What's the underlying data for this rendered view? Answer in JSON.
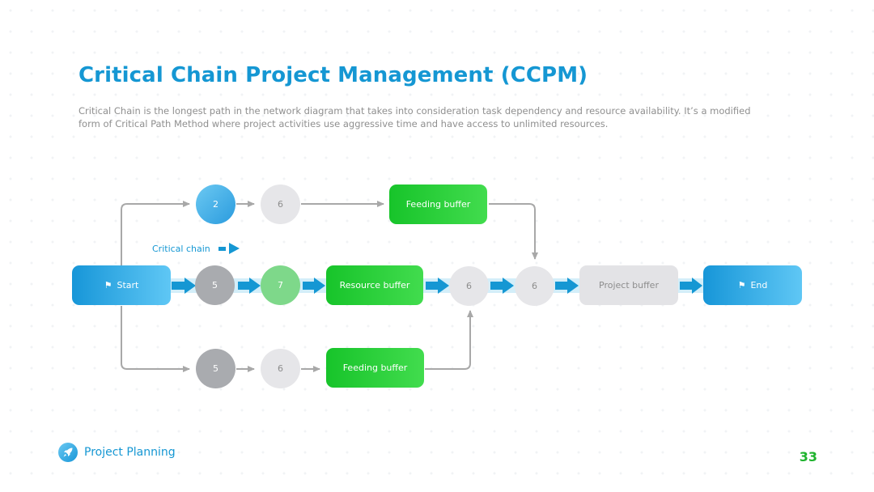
{
  "slide": {
    "title": "Critical Chain Project Management (CCPM)",
    "description": "Critical Chain is the longest path in the network diagram that takes into consideration task dependency and resource availability. It’s a modified form of Critical Path Method where project activities use aggressive time and have access to unlimited resources.",
    "footer_label": "Project Planning",
    "page_number": "33"
  },
  "diagram": {
    "legend_label": "Critical chain",
    "start_label": "Start",
    "end_label": "End",
    "top_path": {
      "task_a": "2",
      "task_b": "6",
      "buffer": "Feeding buffer"
    },
    "middle_path": {
      "task_a": "5",
      "task_b": "7",
      "resource_buffer": "Resource buffer",
      "task_c": "6",
      "task_d": "6",
      "project_buffer": "Project buffer"
    },
    "bottom_path": {
      "task_a": "5",
      "task_b": "6",
      "buffer": "Feeding buffer"
    }
  },
  "colors": {
    "accent_blue": "#1597d3",
    "buffer_green": "#28cf38",
    "critical_chain_band": "#d3eef9",
    "page_number_green": "#1fb32e",
    "connector_gray": "#a8a8a8"
  },
  "icons": {
    "flag": "flag-icon",
    "logo": "rocket-icon",
    "legend": "critical-chain-arrow-icon"
  }
}
